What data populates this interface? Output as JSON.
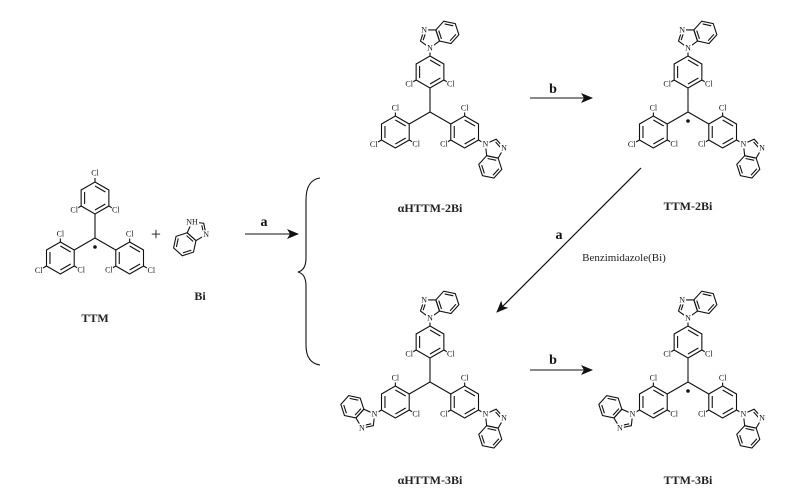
{
  "title": "Synthesis scheme of TTM-2Bi and TTM-3Bi radicals",
  "atom_labels": {
    "cl": "Cl",
    "n": "N",
    "nh": "NH"
  },
  "plus": "+",
  "molecules": [
    {
      "id": "ttm",
      "label": "TTM",
      "radical": true,
      "para": [
        "Cl",
        "Cl",
        "Cl"
      ]
    },
    {
      "id": "bi",
      "label": "Bi"
    },
    {
      "id": "ahttm2bi",
      "label": "αHTTM-2Bi",
      "radical": false,
      "para": [
        "Bi",
        "Cl",
        "Bi"
      ]
    },
    {
      "id": "ttm2bi",
      "label": "TTM-2Bi",
      "radical": true,
      "para": [
        "Bi",
        "Cl",
        "Bi"
      ]
    },
    {
      "id": "ahttm3bi",
      "label": "αHTTM-3Bi",
      "radical": false,
      "para": [
        "Bi",
        "Bi",
        "Bi"
      ]
    },
    {
      "id": "ttm3bi",
      "label": "TTM-3Bi",
      "radical": true,
      "para": [
        "Bi",
        "Bi",
        "Bi"
      ]
    }
  ],
  "arrows": [
    {
      "id": "a1",
      "label": "a"
    },
    {
      "id": "b1",
      "label": "b"
    },
    {
      "id": "a2",
      "label": "a",
      "note": "Benzimidazole(Bi)"
    },
    {
      "id": "b2",
      "label": "b"
    }
  ]
}
